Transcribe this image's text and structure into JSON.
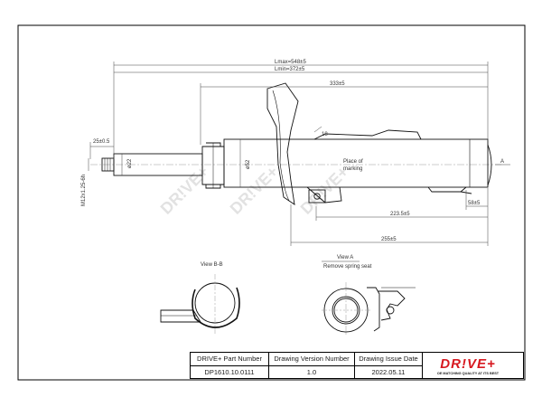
{
  "drawing": {
    "dims": {
      "lmax": "Lmax=548±5",
      "lmin": "Lmin=372±5",
      "overall_333": "333±5",
      "d18": "18",
      "pin_25": "25±0.5",
      "thread": "M12x1.25-6h",
      "rod_dia": "ø22",
      "tube_dia": "ø52",
      "place_marking_1": "Place of",
      "place_marking_2": "marking",
      "ref_a": "A",
      "d58": "58±5",
      "d223": "223.5±5",
      "d255": "255±5"
    },
    "views": {
      "view_bb": "View B-B",
      "view_a": "View A",
      "view_a_sub": "Remove spring seat"
    },
    "watermark": "DR!VE+"
  },
  "title_block": {
    "part_number_label": "DRIVE+ Part Number",
    "part_number": "DP1610.10.0111",
    "version_label": "Drawing Version  Number",
    "version": "1.0",
    "issue_date_label": "Drawing Issue Date",
    "issue_date": "2022.05.11",
    "logo_text": "DR!VE+",
    "logo_tagline": "OE MATCHING QUALITY AT ITS BEST"
  }
}
